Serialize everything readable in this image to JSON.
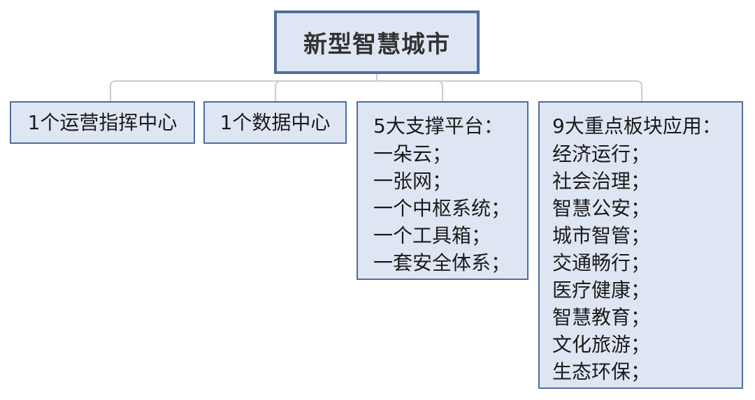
{
  "root": {
    "label": "新型智慧城市"
  },
  "branches": [
    {
      "title": "1个运营指挥中心",
      "items": []
    },
    {
      "title": "1个数据中心",
      "items": []
    },
    {
      "title": "5大支撑平台：",
      "items": [
        "一朵云；",
        "一张网；",
        "一个中枢系统；",
        "一个工具箱；",
        "一套安全体系；"
      ]
    },
    {
      "title": "9大重点板块应用：",
      "items": [
        "经济运行；",
        "社会治理；",
        "智慧公安；",
        "城市智管；",
        "交通畅行；",
        "医疗健康；",
        "智慧教育；",
        "文化旅游；",
        "生态环保；"
      ]
    }
  ],
  "colors": {
    "node_fill": "#dfe6f3",
    "node_border": "#4f6d9d",
    "connector": "#c9ccd2"
  }
}
